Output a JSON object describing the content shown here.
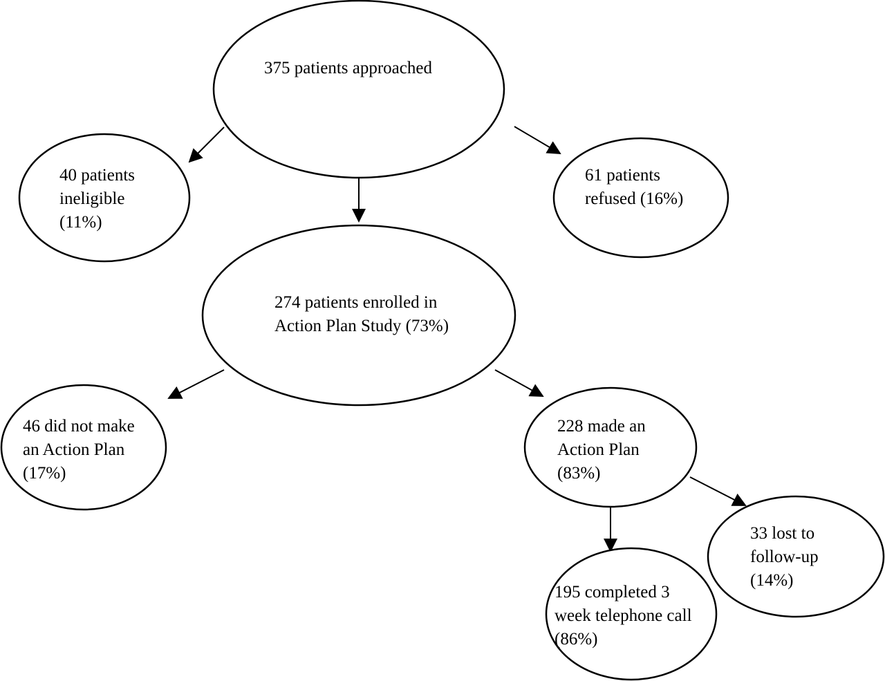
{
  "nodes": {
    "approached": {
      "lines": [
        "375 patients approached"
      ]
    },
    "ineligible": {
      "lines": [
        "40 patients",
        "ineligible",
        "(11%)"
      ]
    },
    "refused": {
      "lines": [
        "61 patients",
        "refused (16%)"
      ]
    },
    "enrolled": {
      "lines": [
        "274 patients enrolled in",
        "Action Plan Study (73%)"
      ]
    },
    "no_plan": {
      "lines": [
        "46 did not make",
        "an Action Plan",
        "(17%)"
      ]
    },
    "made_plan": {
      "lines": [
        "228 made an",
        "Action Plan",
        "(83%)"
      ]
    },
    "completed_call": {
      "lines": [
        "195 completed 3",
        "week telephone call",
        "(86%)"
      ]
    },
    "lost": {
      "lines": [
        "33 lost to",
        "follow-up",
        "(14%)"
      ]
    }
  },
  "edges": [
    {
      "from": "approached",
      "to": "ineligible"
    },
    {
      "from": "approached",
      "to": "enrolled"
    },
    {
      "from": "approached",
      "to": "refused"
    },
    {
      "from": "enrolled",
      "to": "no_plan"
    },
    {
      "from": "enrolled",
      "to": "made_plan"
    },
    {
      "from": "made_plan",
      "to": "completed_call"
    },
    {
      "from": "made_plan",
      "to": "lost"
    }
  ]
}
